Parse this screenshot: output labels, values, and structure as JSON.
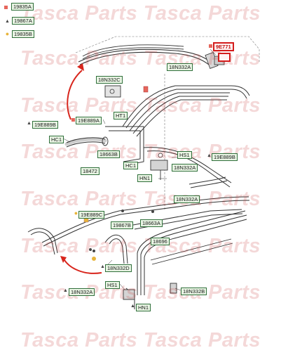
{
  "legend": [
    {
      "marker": "square",
      "label": "19835A"
    },
    {
      "marker": "triangle",
      "label": "19867A"
    },
    {
      "marker": "dot",
      "label": "19835B"
    }
  ],
  "labels": {
    "l1": "9E771",
    "l2": "18N332A",
    "l3": "18N332C",
    "l4": "HT1",
    "l5": "19E889A",
    "l6": "19E889B",
    "l7": "HC1",
    "l8": "18663B",
    "l9": "HC1",
    "l10": "18472",
    "l11": "HS1",
    "l12": "18N332A",
    "l13": "19E889B",
    "l14": "HN1",
    "l15": "18N332A",
    "l16": "19E889C",
    "l17": "19867B",
    "l18": "18663A",
    "l19": "18696",
    "l20": "18N332D",
    "l21": "HS1",
    "l22": "18N332A",
    "l23": "18N332B",
    "l24": "HN1"
  },
  "watermark": "Tasca Parts Tasca Parts"
}
